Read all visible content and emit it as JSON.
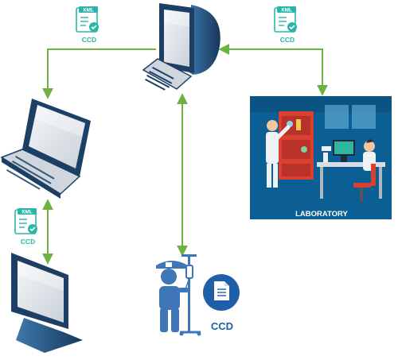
{
  "labels": {
    "xml_tag": "XML",
    "ccd_badge": "CCD",
    "laboratory": "LABORATORY",
    "patient_ccd": "CCD"
  },
  "colors": {
    "connector_green": "#6db33f",
    "badge_teal": "#2bb5a8",
    "ccd_blue": "#1f5fa8",
    "lab_background": "#0c5f94",
    "device_navy": "#1d3f66",
    "screen_gray": "#e7ebef"
  },
  "nodes": [
    {
      "name": "workstation",
      "icon": "desktop-computer-icon"
    },
    {
      "name": "laptop",
      "icon": "laptop-icon"
    },
    {
      "name": "monitor",
      "icon": "monitor-icon"
    },
    {
      "name": "laboratory",
      "icon": "laboratory-scene"
    },
    {
      "name": "patient",
      "icon": "patient-iv-icon"
    }
  ],
  "edges": [
    {
      "from": "workstation",
      "to": "laptop",
      "document": "CCD"
    },
    {
      "from": "workstation",
      "to": "laboratory",
      "document": "CCD"
    },
    {
      "from": "laptop",
      "to": "monitor",
      "document": "CCD"
    },
    {
      "from": "workstation",
      "to": "patient",
      "document": "CCD"
    }
  ]
}
